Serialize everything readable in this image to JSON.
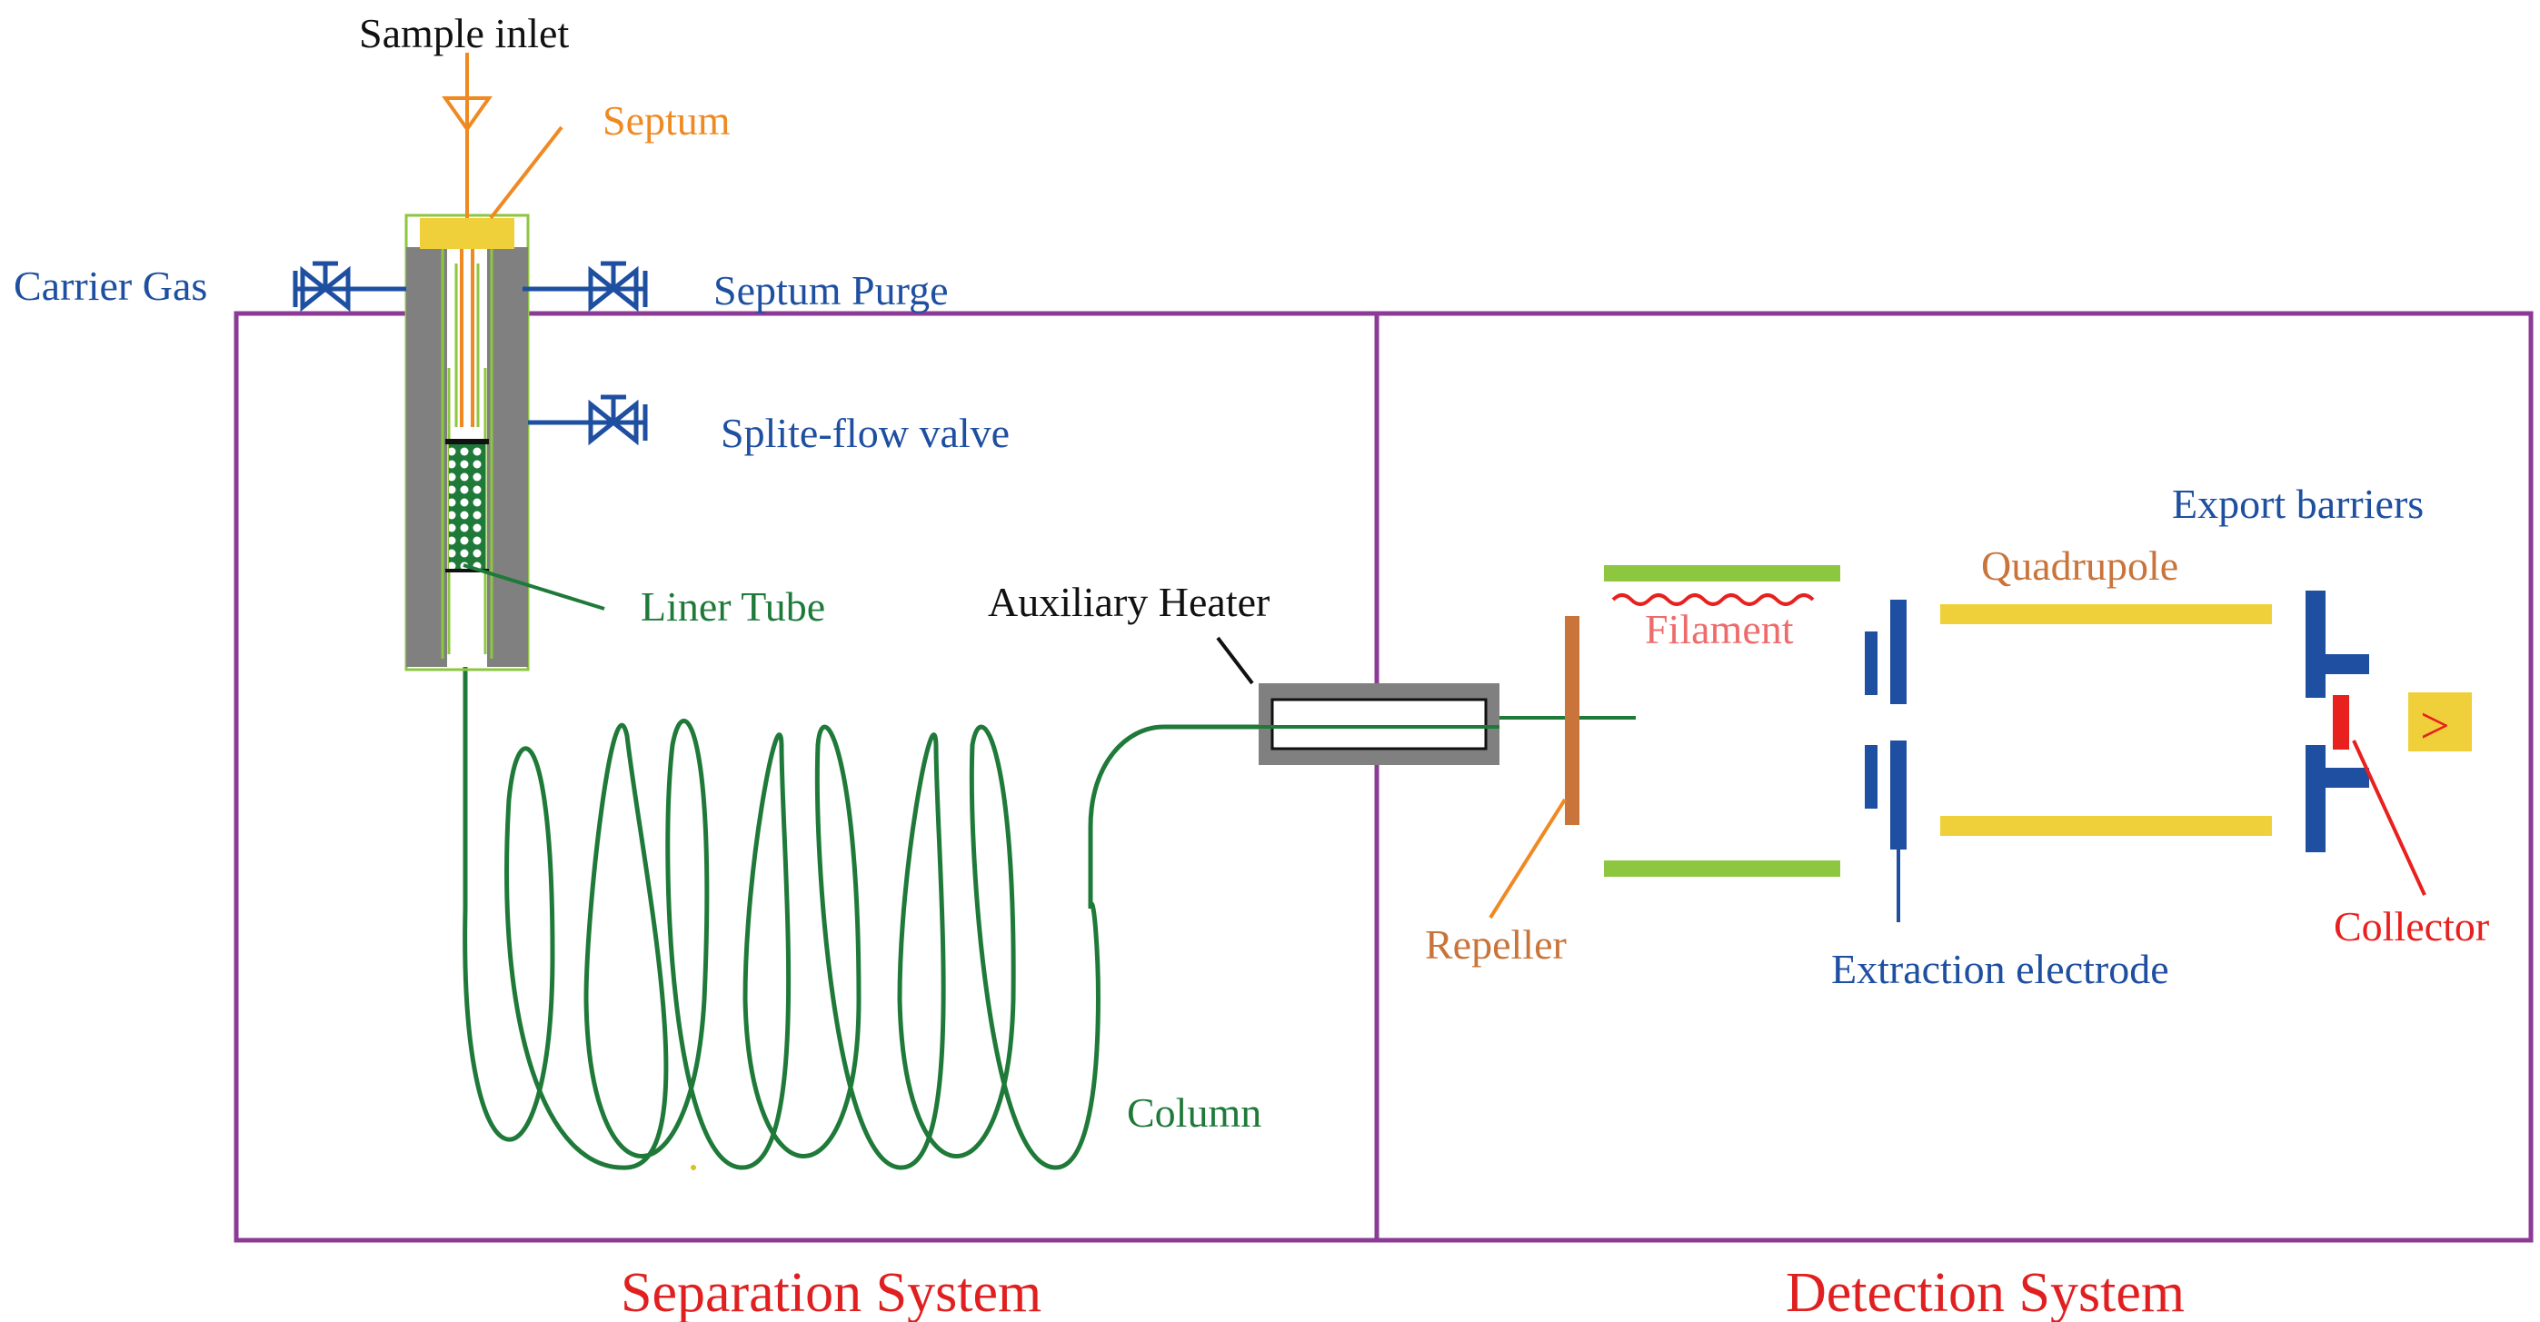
{
  "labels": {
    "sample_inlet": "Sample inlet",
    "septum": "Septum",
    "carrier_gas": "Carrier Gas",
    "septum_purge": "Septum Purge",
    "split_flow_valve": "Splite-flow valve",
    "liner_tube": "Liner Tube",
    "auxiliary_heater": "Auxiliary Heater",
    "column": "Column",
    "filament": "Filament",
    "repeller": "Repeller",
    "quadrupole": "Quadrupole",
    "export_barriers": "Export barriers",
    "extraction_electrode": "Extraction electrode",
    "collector": "Collector",
    "detector_symbol": ">"
  },
  "sections": {
    "separation": "Separation System",
    "detection": "Detection System"
  },
  "colors": {
    "frame": "#8b3a96",
    "section_title": "#e02020",
    "blue": "#1e4fa0",
    "orange": "#ef8a22",
    "green_dark": "#1f7a3a",
    "green_light": "#8dc63f",
    "gray": "#808080",
    "yellow": "#f0d03a",
    "repeller": "#c8743a",
    "filament": "#ef6b6b",
    "red": "#e8201e"
  },
  "icons": [
    "valve-icon",
    "arrow-icon",
    "detector-icon"
  ]
}
